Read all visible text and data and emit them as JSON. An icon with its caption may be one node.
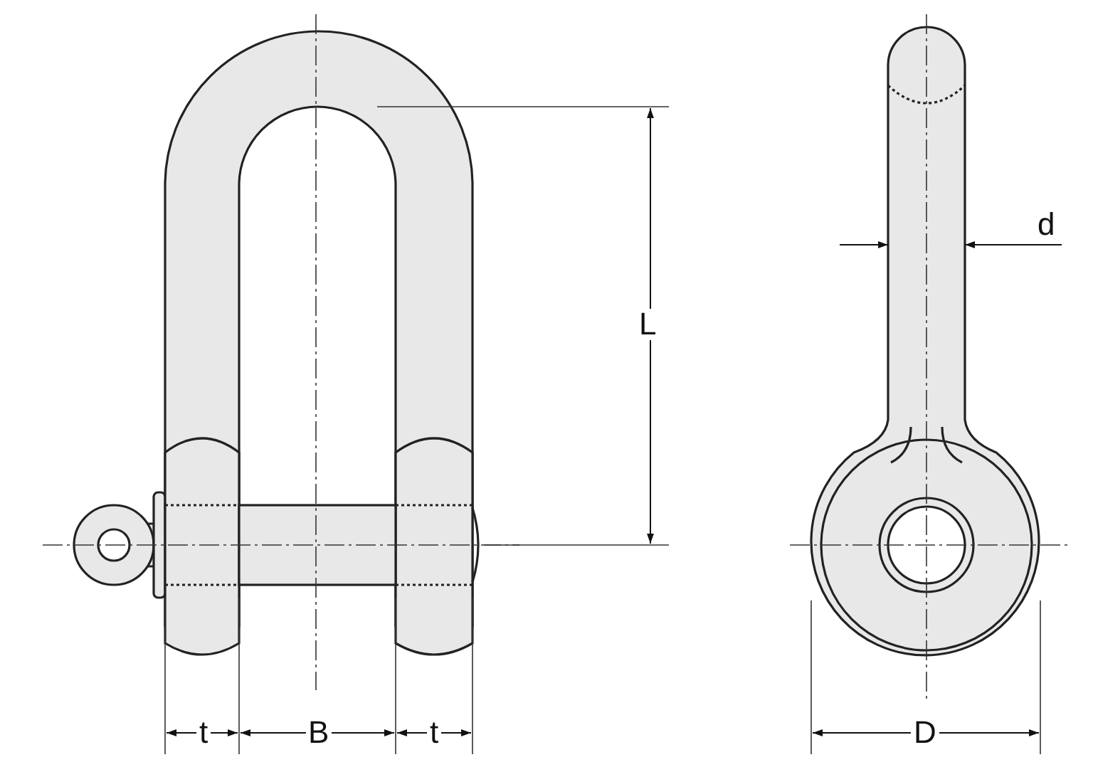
{
  "diagram": {
    "labels": [
      "L",
      "d",
      "t",
      "B",
      "t",
      "D"
    ]
  }
}
